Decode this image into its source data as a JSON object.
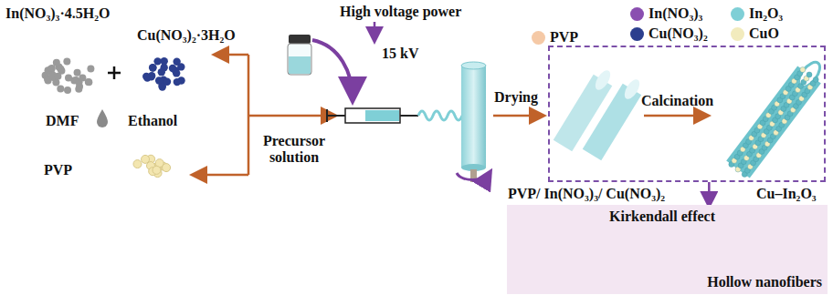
{
  "diagram": {
    "nodes": [
      {
        "text": [
          "Calcination"
        ]
      },
      {
        "text": [
          "Kirkendall effect",
          "Hollow nanofibers"
        ]
      }
    ],
    "edges": [
      {
        "from": 0,
        "to": 1,
        "arrow": "to"
      }
    ],
    "labels": [
      "In(NO₃)₃·4.5H₂O",
      "Cu(NO₃)₂·3H₂O",
      "DMF",
      "Ethanol",
      "PVP",
      "High voltage power",
      "15 kV",
      "Precursor solution",
      "Drying",
      "PVP/ In(NO₃)₃/ Cu(NO₃)₂",
      "Cu–In₂O₃"
    ],
    "legend": [
      {
        "text": "PVP",
        "color": "#f5c9a6"
      },
      {
        "text": "In(NO₃)₃",
        "color": "#8a4fb0"
      },
      {
        "text": "Cu(NO₃)₂",
        "color": "#2c3f8e"
      },
      {
        "text": "In₂O₃",
        "color": "#7fcfd6"
      },
      {
        "text": "CuO",
        "color": "#f2ebbd"
      }
    ]
  }
}
